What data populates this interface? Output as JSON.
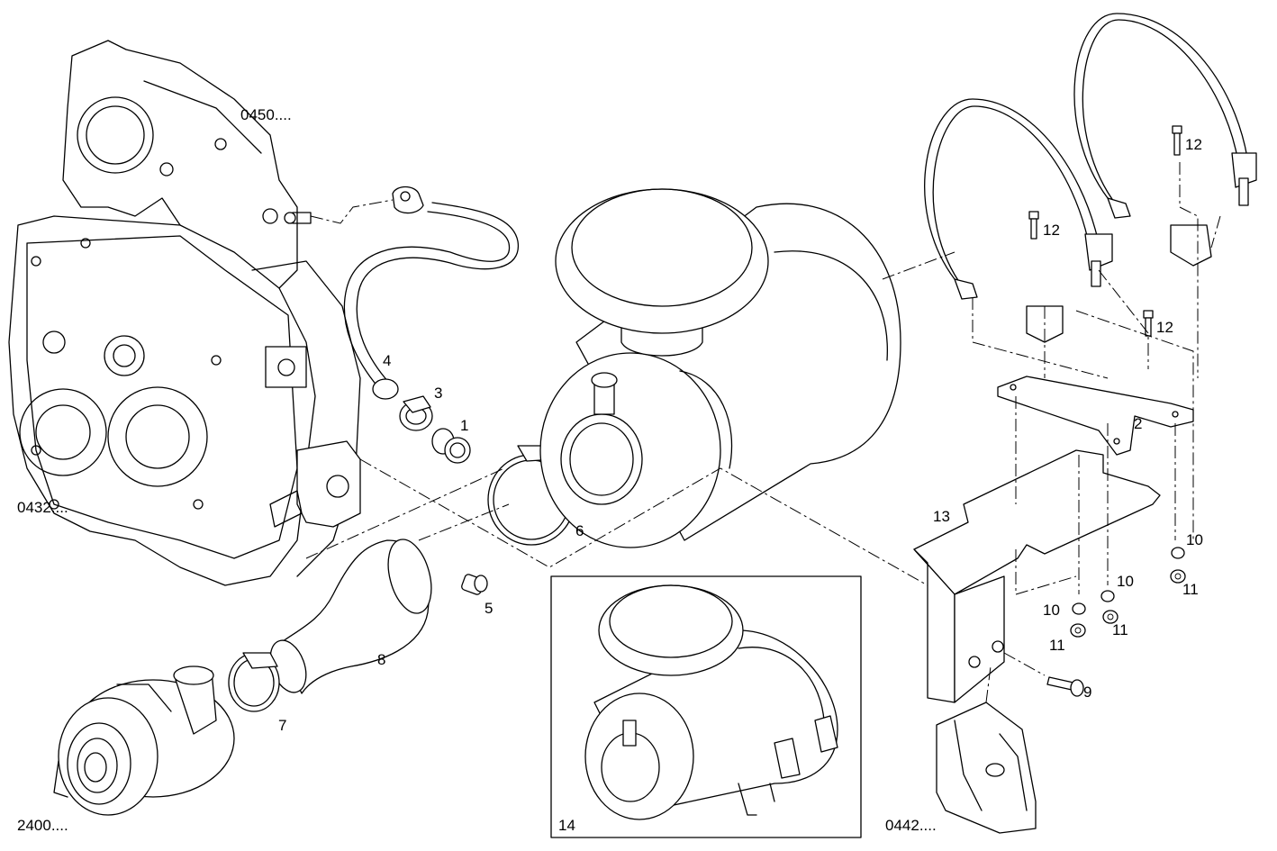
{
  "diagram": {
    "callouts": [
      {
        "id": "c1",
        "text": "1"
      },
      {
        "id": "c2",
        "text": "2"
      },
      {
        "id": "c3",
        "text": "3"
      },
      {
        "id": "c4",
        "text": "4"
      },
      {
        "id": "c5",
        "text": "5"
      },
      {
        "id": "c6",
        "text": "6"
      },
      {
        "id": "c7",
        "text": "7"
      },
      {
        "id": "c8",
        "text": "8"
      },
      {
        "id": "c9",
        "text": "9"
      },
      {
        "id": "c10a",
        "text": "10"
      },
      {
        "id": "c10b",
        "text": "10"
      },
      {
        "id": "c10c",
        "text": "10"
      },
      {
        "id": "c11a",
        "text": "11"
      },
      {
        "id": "c11b",
        "text": "11"
      },
      {
        "id": "c11c",
        "text": "11"
      },
      {
        "id": "c12a",
        "text": "12"
      },
      {
        "id": "c12b",
        "text": "12"
      },
      {
        "id": "c12c",
        "text": "12"
      },
      {
        "id": "c13",
        "text": "13"
      },
      {
        "id": "c14",
        "text": "14"
      }
    ],
    "references": [
      {
        "id": "r0450",
        "text": "0450...."
      },
      {
        "id": "r0432",
        "text": "0432...."
      },
      {
        "id": "r2400",
        "text": "2400...."
      },
      {
        "id": "r0442",
        "text": "0442...."
      }
    ]
  }
}
